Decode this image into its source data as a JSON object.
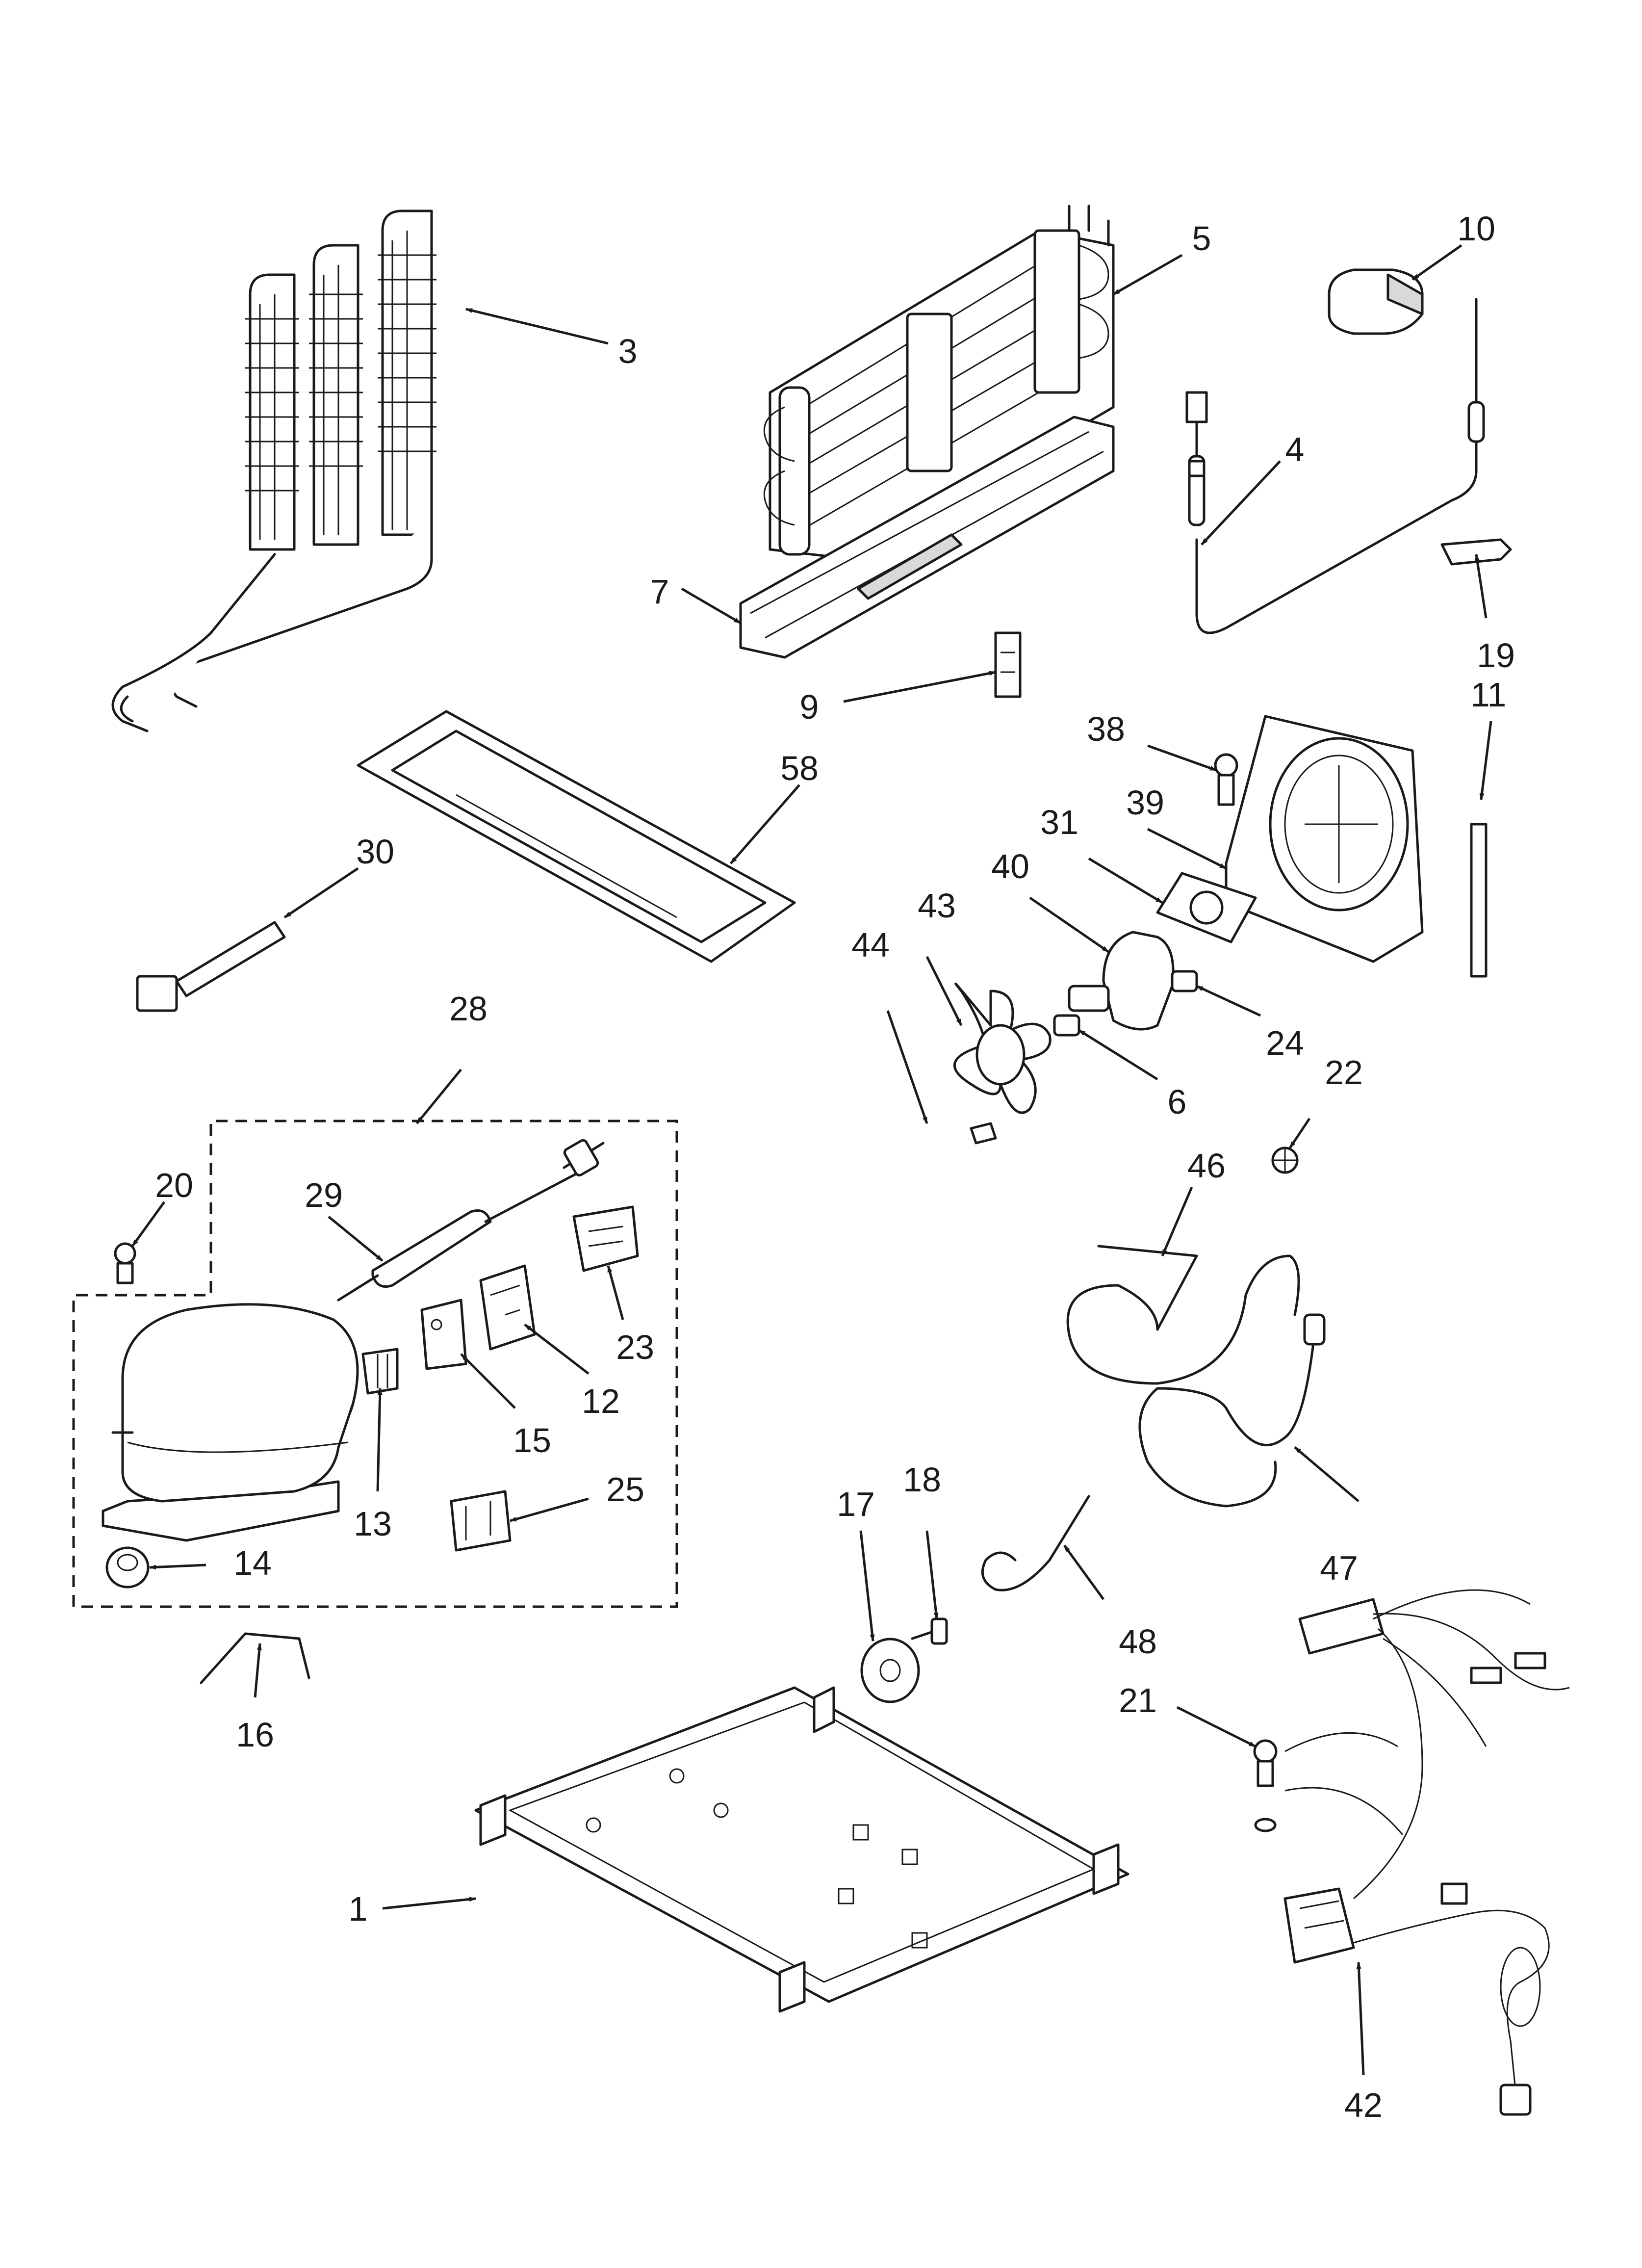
{
  "diagram": {
    "part_numbers": [
      "1",
      "3",
      "4",
      "5",
      "6",
      "7",
      "9",
      "10",
      "11",
      "12",
      "13",
      "14",
      "15",
      "16",
      "17",
      "18",
      "19",
      "20",
      "21",
      "22",
      "23",
      "24",
      "25",
      "28",
      "29",
      "30",
      "31",
      "38",
      "39",
      "40",
      "42",
      "43",
      "44",
      "46",
      "47",
      "48",
      "58"
    ]
  }
}
